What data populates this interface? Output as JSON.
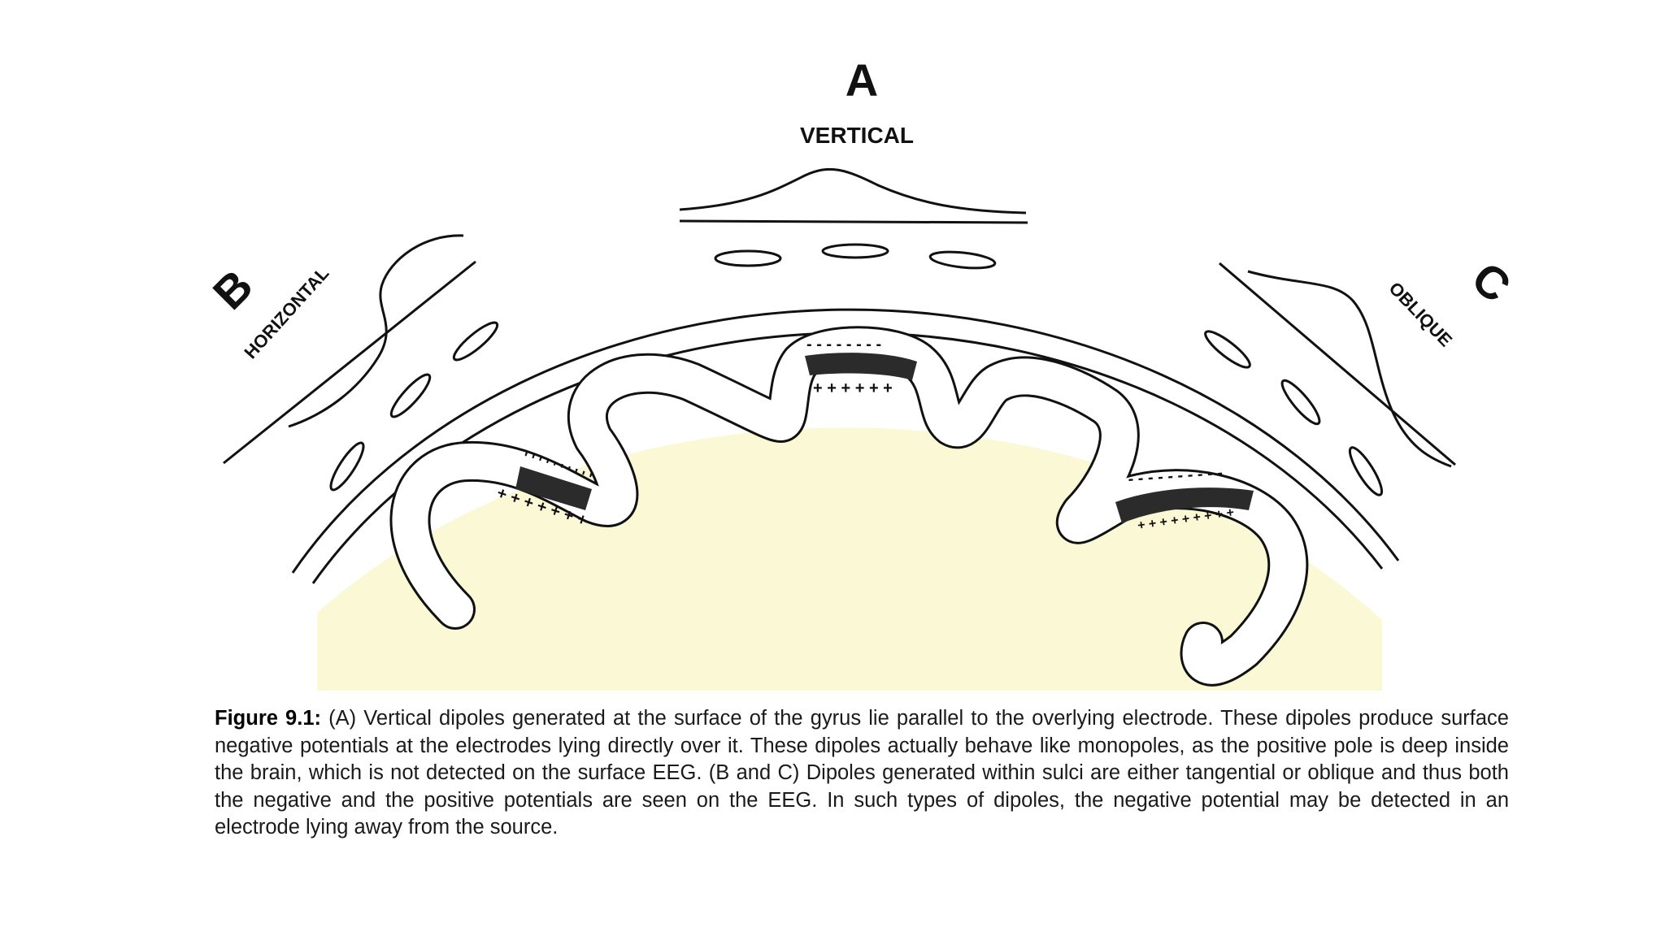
{
  "colors": {
    "brain_fill": "#fbf8d6",
    "ink": "#111111",
    "dipole": "#2b2b2b"
  },
  "diagram": {
    "panel_a": {
      "letter": "A",
      "label": "VERTICAL"
    },
    "panel_b": {
      "letter": "B",
      "label": "HORIZONTAL"
    },
    "panel_c": {
      "letter": "C",
      "label": "OBLIQUE"
    },
    "dipole_a": {
      "neg": "- - - - - - - -",
      "pos": "+ + + + + +"
    },
    "dipole_b": {
      "neg": "' ' ' ' ' ' ' ' ' '",
      "pos": "+ + + + + + +"
    },
    "dipole_c": {
      "neg": "- - - - - - - - - -",
      "pos": "+ + + + + + + + +"
    }
  },
  "caption": {
    "figure_number": "Figure 9.1:",
    "text": " (A) Vertical dipoles generated at the surface of the gyrus lie parallel to the overlying electrode. These dipoles produce surface negative potentials at the electrodes lying directly over it. These dipoles actually behave like monopoles, as the positive pole is deep inside the brain, which is not detected on the surface EEG. (B and C) Dipoles generated within sulci are either tangential or oblique and thus both the negative and the positive potentials are seen on the EEG. In such types of dipoles, the negative potential may be detected in an electrode lying away from the source."
  }
}
